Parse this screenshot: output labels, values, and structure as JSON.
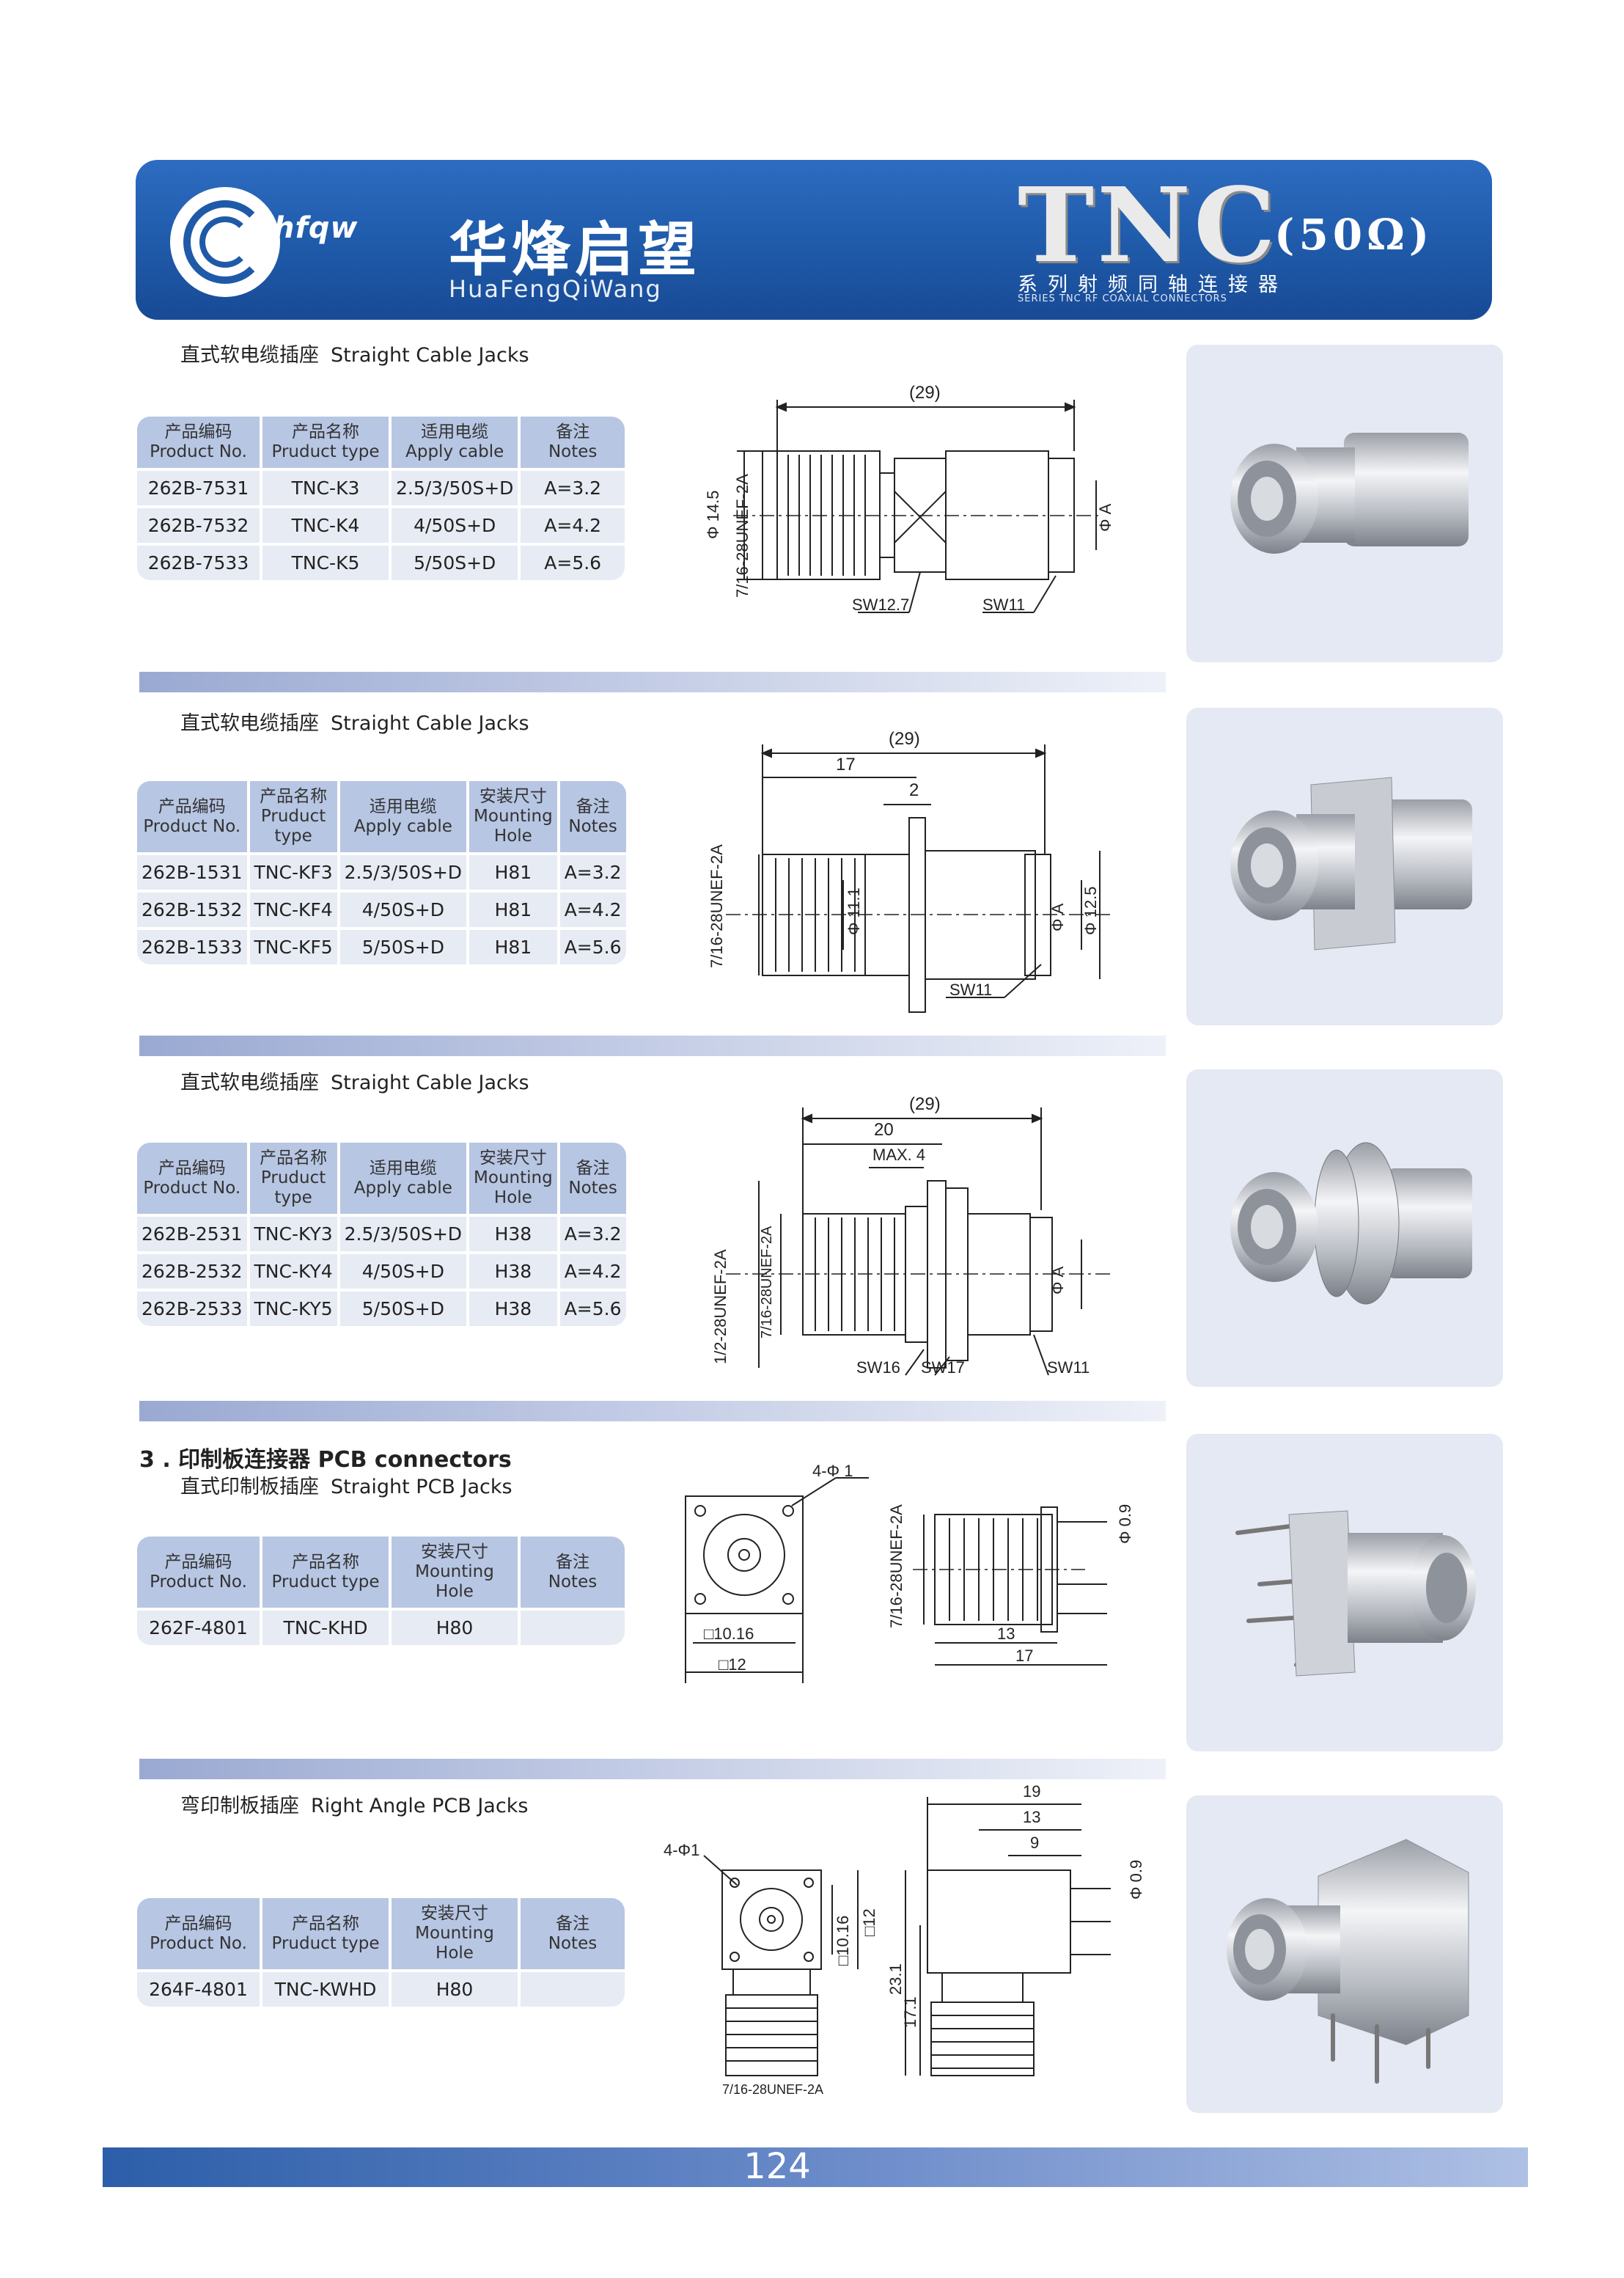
{
  "header": {
    "logo_mark": "hfqw",
    "brand_cn": "华烽启望",
    "brand_en": "HuaFengQiWang",
    "product_title": "TNC",
    "impedance": "(50Ω)",
    "series_cn": "系列射频同轴连接器",
    "series_en": "SERIES TNC RF COAXIAL CONNECTORS",
    "brand_color": "#1f5aa9"
  },
  "sections": [
    {
      "title_cn": "直式软电缆插座",
      "title_en": "Straight Cable Jacks",
      "headers": [
        [
          "产品编码",
          "Product No."
        ],
        [
          "产品名称",
          "Pruduct type"
        ],
        [
          "适用电缆",
          "Apply cable"
        ],
        [
          "备注",
          "Notes"
        ]
      ],
      "rows": [
        [
          "262B-7531",
          "TNC-K3",
          "2.5/3/50S+D",
          "A=3.2"
        ],
        [
          "262B-7532",
          "TNC-K4",
          "4/50S+D",
          "A=4.2"
        ],
        [
          "262B-7533",
          "TNC-K5",
          "5/50S+D",
          "A=5.6"
        ]
      ],
      "drawing": {
        "total": "(29)",
        "dia": "Φ 14.5",
        "thread": "7/16-28UNEF-2A",
        "phiA": "Φ A",
        "sw1": "SW12.7",
        "sw2": "SW11"
      }
    },
    {
      "title_cn": "直式软电缆插座",
      "title_en": "Straight Cable Jacks",
      "headers": [
        [
          "产品编码",
          "Product No."
        ],
        [
          "产品名称",
          "Pruduct type"
        ],
        [
          "适用电缆",
          "Apply cable"
        ],
        [
          "安装尺寸",
          "Mounting Hole"
        ],
        [
          "备注",
          "Notes"
        ]
      ],
      "rows": [
        [
          "262B-1531",
          "TNC-KF3",
          "2.5/3/50S+D",
          "H81",
          "A=3.2"
        ],
        [
          "262B-1532",
          "TNC-KF4",
          "4/50S+D",
          "H81",
          "A=4.2"
        ],
        [
          "262B-1533",
          "TNC-KF5",
          "5/50S+D",
          "H81",
          "A=5.6"
        ]
      ],
      "drawing": {
        "total": "(29)",
        "len": "17",
        "flange": "2",
        "thread": "7/16-28UNEF-2A",
        "dia": "Φ 11.1",
        "phiA": "Φ A",
        "dia2": "Φ 12.5",
        "sw": "SW11"
      }
    },
    {
      "title_cn": "直式软电缆插座",
      "title_en": "Straight Cable Jacks",
      "headers": [
        [
          "产品编码",
          "Product No."
        ],
        [
          "产品名称",
          "Pruduct type"
        ],
        [
          "适用电缆",
          "Apply cable"
        ],
        [
          "安装尺寸",
          "Mounting Hole"
        ],
        [
          "备注",
          "Notes"
        ]
      ],
      "rows": [
        [
          "262B-2531",
          "TNC-KY3",
          "2.5/3/50S+D",
          "H38",
          "A=3.2"
        ],
        [
          "262B-2532",
          "TNC-KY4",
          "4/50S+D",
          "H38",
          "A=4.2"
        ],
        [
          "262B-2533",
          "TNC-KY5",
          "5/50S+D",
          "H38",
          "A=5.6"
        ]
      ],
      "drawing": {
        "total": "(29)",
        "len": "20",
        "max": "MAX. 4",
        "thread1": "1/2-28UNEF-2A",
        "thread2": "7/16-28UNEF-2A",
        "phiA": "Φ A",
        "sw1": "SW16",
        "sw2": "SW17",
        "sw3": "SW11"
      }
    },
    {
      "group_title": "3 . 印制板连接器    PCB connectors",
      "title_cn": "直式印制板插座",
      "title_en": "Straight PCB Jacks",
      "headers": [
        [
          "产品编码",
          "Product No."
        ],
        [
          "产品名称",
          "Pruduct type"
        ],
        [
          "安装尺寸",
          "Mounting Hole"
        ],
        [
          "备注",
          "Notes"
        ]
      ],
      "rows": [
        [
          "262F-4801",
          "TNC-KHD",
          "H80",
          ""
        ]
      ],
      "drawing": {
        "holes": "4-Φ 1",
        "sq1": "□10.16",
        "sq2": "□12",
        "thread": "7/16-28UNEF-2A",
        "pin": "Φ 0.9",
        "len1": "13",
        "len2": "17"
      }
    },
    {
      "title_cn": "弯印制板插座",
      "title_en": "Right Angle PCB Jacks",
      "headers": [
        [
          "产品编码",
          "Product No."
        ],
        [
          "产品名称",
          "Pruduct type"
        ],
        [
          "安装尺寸",
          "Mounting Hole"
        ],
        [
          "备注",
          "Notes"
        ]
      ],
      "rows": [
        [
          "264F-4801",
          "TNC-KWHD",
          "H80",
          ""
        ]
      ],
      "drawing": {
        "holes": "4-Φ1",
        "sq1": "□10.16",
        "sq2": "□12",
        "thread": "7/16-28UNEF-2A",
        "d19": "19",
        "d13": "13",
        "d9": "9",
        "pin": "Φ 0.9",
        "h1": "23.1",
        "h2": "17.1"
      }
    }
  ],
  "footer": {
    "page_number": "124"
  }
}
